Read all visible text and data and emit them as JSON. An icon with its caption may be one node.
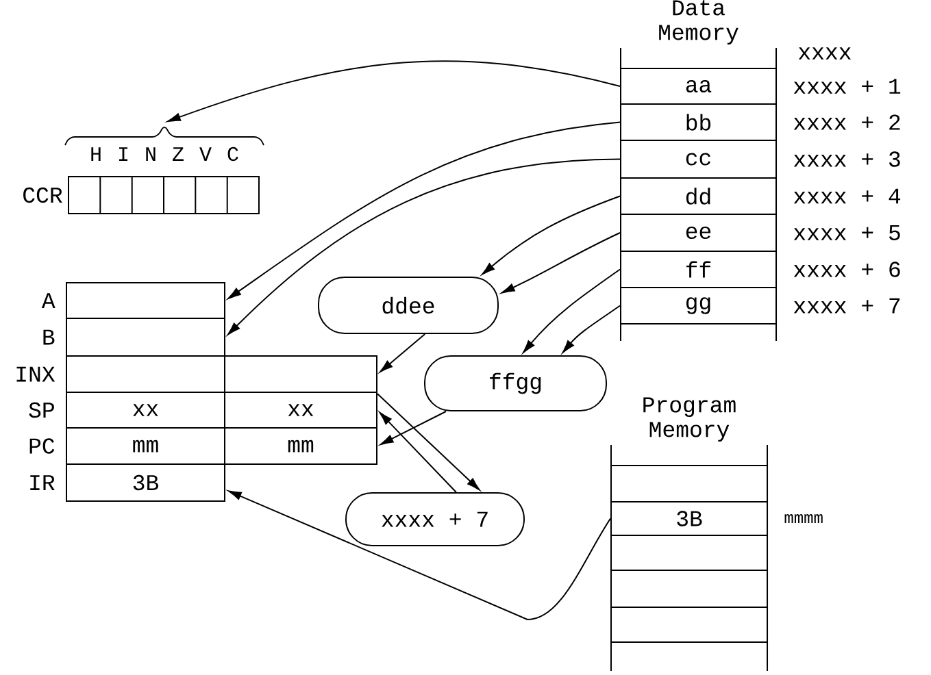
{
  "diagram": {
    "nodes": [
      {
        "text": [
          "H",
          "I",
          "N",
          "Z",
          "V",
          "C"
        ]
      },
      {
        "text": [
          "CCR"
        ]
      },
      {
        "text": [
          "A"
        ]
      },
      {
        "text": [
          "B"
        ]
      },
      {
        "text": [
          "INX"
        ]
      },
      {
        "text": [],
        "shape": "box"
      },
      {
        "text": [
          "SP",
          "xx"
        ]
      },
      {
        "text": [
          "xx"
        ]
      },
      {
        "text": [
          "PC",
          "mm"
        ]
      },
      {
        "text": [
          "mm"
        ]
      },
      {
        "text": [
          "IR",
          "3B"
        ]
      },
      {
        "text": [
          "ddee"
        ]
      },
      {
        "text": [
          "ffgg"
        ]
      },
      {
        "text": [
          "xxxx + 7"
        ]
      },
      {
        "text": [
          "Data Memory"
        ]
      },
      {
        "text": [
          "aa"
        ],
        "in": 14,
        "beside": [
          "xxxx + 1"
        ]
      },
      {
        "text": [
          "bb"
        ],
        "in": 14,
        "beside": [
          "xxxx + 2"
        ]
      },
      {
        "text": [
          "cc"
        ],
        "in": 14,
        "beside": [
          "xxxx + 3"
        ]
      },
      {
        "text": [
          "dd"
        ],
        "in": 14,
        "beside": [
          "xxxx + 4"
        ]
      },
      {
        "text": [
          "ee"
        ],
        "in": 14,
        "beside": [
          "xxxx + 5"
        ]
      },
      {
        "text": [
          "ff"
        ],
        "in": 14,
        "beside": [
          "xxxx + 6"
        ]
      },
      {
        "text": [
          "gg"
        ],
        "in": 14,
        "beside": [
          "xxxx + 7"
        ]
      },
      {
        "text": [
          "Program Memory"
        ]
      },
      {
        "text": [],
        "shape": "box",
        "in": 22
      },
      {
        "text": [
          "3B"
        ],
        "in": 22,
        "beside": [
          "mmmm"
        ]
      },
      {
        "text": [],
        "shape": "box",
        "in": 22
      },
      {
        "text": [],
        "shape": "box",
        "in": 22
      },
      {
        "text": [],
        "shape": "box",
        "in": 22
      }
    ],
    "edges": [
      {
        "from": 15,
        "to": 0,
        "arrow": "to"
      },
      {
        "from": 16,
        "to": 2,
        "arrow": "to"
      },
      {
        "from": 17,
        "to": 3,
        "arrow": "to"
      },
      {
        "from": 18,
        "to": 11,
        "arrow": "to"
      },
      {
        "from": 19,
        "to": 11,
        "arrow": "to"
      },
      {
        "from": 20,
        "to": 12,
        "arrow": "to"
      },
      {
        "from": 21,
        "to": 12,
        "arrow": "to"
      },
      {
        "from": 11,
        "to": 5,
        "arrow": "to"
      },
      {
        "from": 12,
        "to": 9,
        "arrow": "to"
      },
      {
        "from": 7,
        "to": 13,
        "arrow": "to"
      },
      {
        "from": 13,
        "to": 7,
        "arrow": "to"
      },
      {
        "from": 24,
        "to": 10,
        "arrow": "to"
      }
    ],
    "labels": [
      "xxxx"
    ]
  }
}
